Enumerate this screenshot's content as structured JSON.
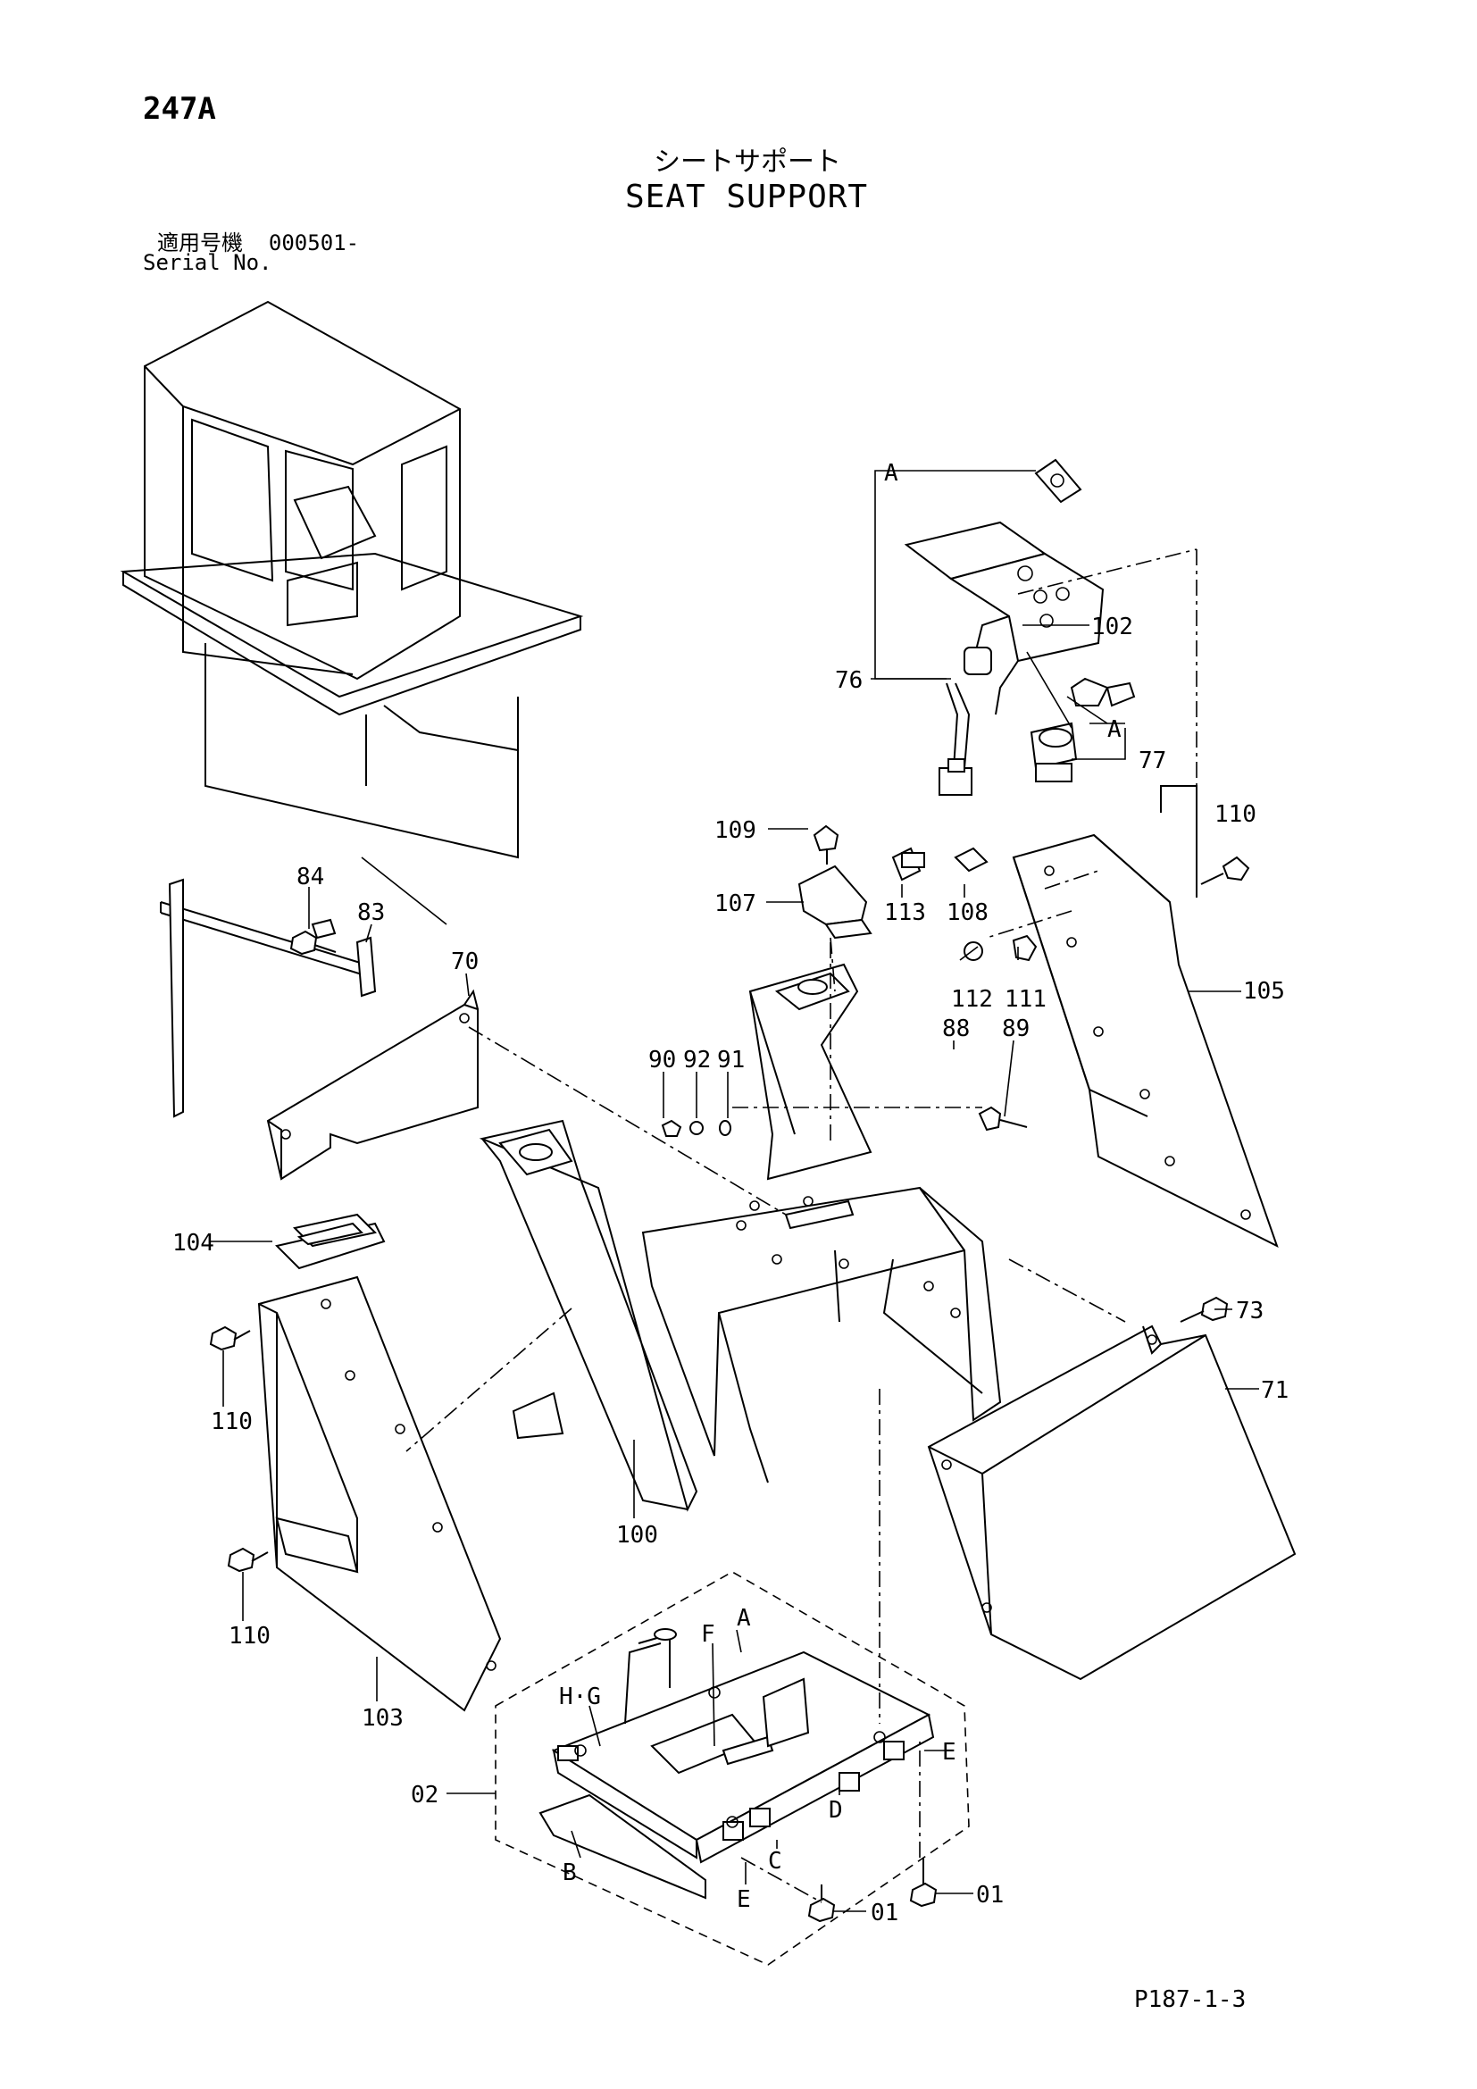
{
  "header": {
    "page_number": "247A",
    "title_jp": "シートサポート",
    "title_en": "SEAT SUPPORT",
    "serial_label_jp": "適用号機",
    "serial_value": "000501-",
    "serial_label_en": "Serial No."
  },
  "footer": {
    "sheet_code": "P187-1-3"
  },
  "callouts": {
    "c_A_top": "A",
    "c_102": "102",
    "c_76": "76",
    "c_A_mid": "A",
    "c_77": "77",
    "c_109": "109",
    "c_110_r": "110",
    "c_107": "107",
    "c_113": "113",
    "c_108": "108",
    "c_105": "105",
    "c_112": "112",
    "c_111": "111",
    "c_84": "84",
    "c_83": "83",
    "c_70": "70",
    "c_90": "90",
    "c_92": "92",
    "c_91": "91",
    "c_88": "88",
    "c_89": "89",
    "c_104": "104",
    "c_73": "73",
    "c_110_l": "110",
    "c_71": "71",
    "c_100": "100",
    "c_110_b": "110",
    "c_103": "103",
    "c_A_low": "A",
    "c_F": "F",
    "c_HG": "H·G",
    "c_E_r": "E",
    "c_02": "02",
    "c_D": "D",
    "c_C": "C",
    "c_B": "B",
    "c_E_b": "E",
    "c_01_r": "01",
    "c_01_b": "01"
  }
}
